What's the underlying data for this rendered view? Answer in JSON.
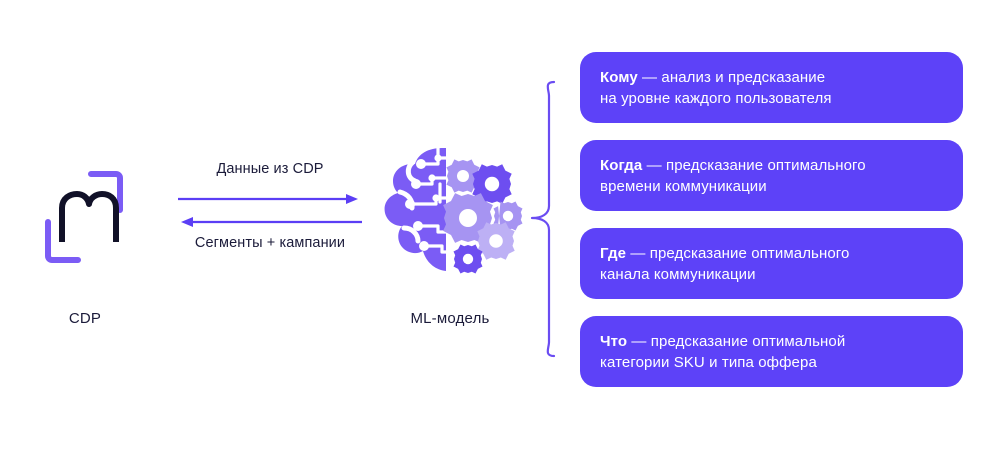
{
  "colors": {
    "card_bg": "#5d42f8",
    "accent_purple": "#7b5cf5",
    "arrow_purple": "#5b3ef5",
    "brace_purple": "#6a4cf2",
    "text_dark": "#1b1b3a",
    "card_text": "#ffffff",
    "logo_mark_dark": "#111128",
    "gear_light": "#a694f2",
    "gear_dark": "#6d4ef0",
    "page_bg": "#ffffff"
  },
  "source": {
    "logo_icon": "mindbox-m-brackets-logo",
    "caption": "CDP"
  },
  "flow": {
    "forward": {
      "label": "Данные из CDP",
      "icon": "arrow-right-icon",
      "direction": "right"
    },
    "backward": {
      "label": "Сегменты + кампании",
      "icon": "arrow-left-icon",
      "direction": "left"
    }
  },
  "model": {
    "icon": "ai-brain-gears-icon",
    "caption": "ML-модель"
  },
  "connector": {
    "icon": "curly-brace-icon",
    "orientation": "left-pointing"
  },
  "outcomes": [
    {
      "keyword": "Кому",
      "dash": " — ",
      "line1_rest": "анализ и предсказание",
      "line2": "на уровне каждого пользователя"
    },
    {
      "keyword": "Когда",
      "dash": " — ",
      "line1_rest": "предсказание оптимального",
      "line2": "времени коммуникации"
    },
    {
      "keyword": "Где",
      "dash": " — ",
      "line1_rest": "предсказание оптимального",
      "line2": "канала коммуникации"
    },
    {
      "keyword": "Что",
      "dash": " — ",
      "line1_rest": "предсказание оптимальной",
      "line2": "категории SKU и типа оффера"
    }
  ]
}
